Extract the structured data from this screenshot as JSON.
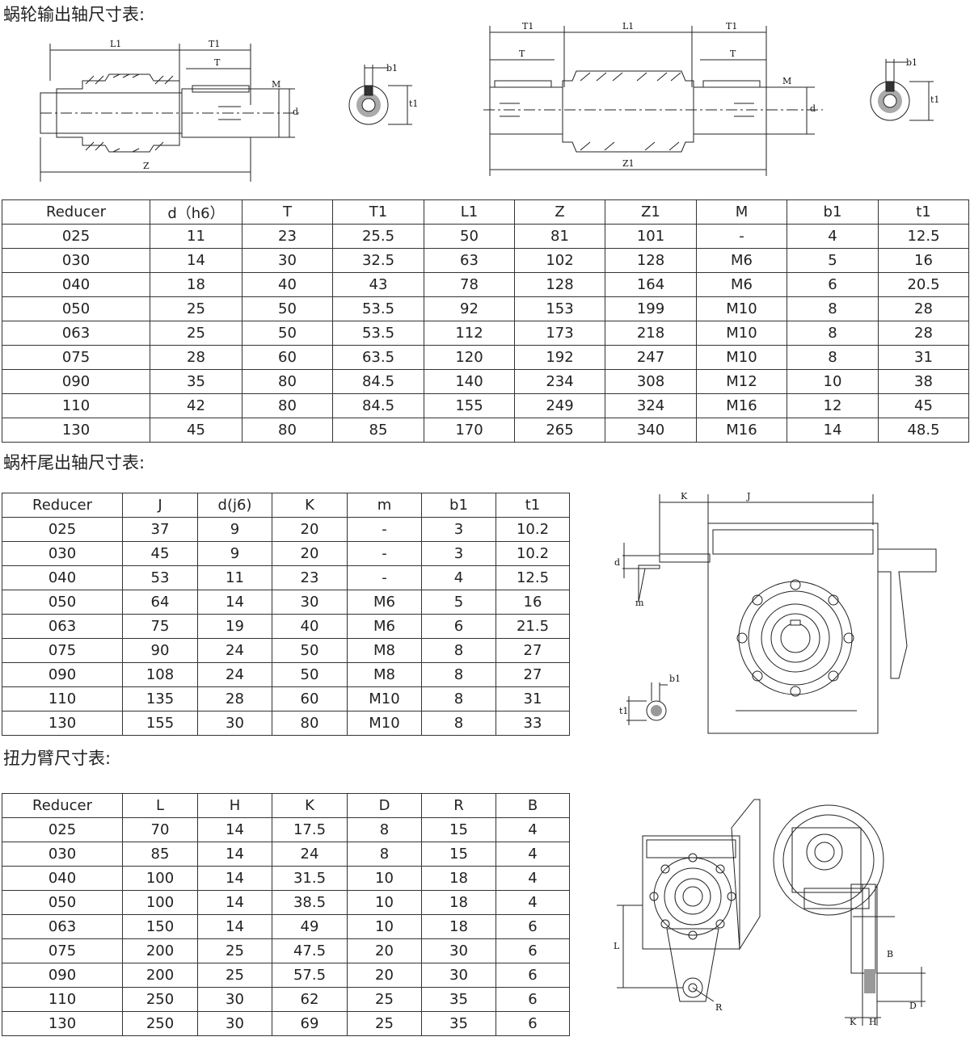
{
  "sections": [
    {
      "title": "蜗轮输出轴尺寸表:",
      "headers": [
        "Reducer",
        "d（h6）",
        "T",
        "T1",
        "L1",
        "Z",
        "Z1",
        "M",
        "b1",
        "t1"
      ],
      "rows": [
        [
          "025",
          "11",
          "23",
          "25.5",
          "50",
          "81",
          "101",
          "-",
          "4",
          "12.5"
        ],
        [
          "030",
          "14",
          "30",
          "32.5",
          "63",
          "102",
          "128",
          "M6",
          "5",
          "16"
        ],
        [
          "040",
          "18",
          "40",
          "43",
          "78",
          "128",
          "164",
          "M6",
          "6",
          "20.5"
        ],
        [
          "050",
          "25",
          "50",
          "53.5",
          "92",
          "153",
          "199",
          "M10",
          "8",
          "28"
        ],
        [
          "063",
          "25",
          "50",
          "53.5",
          "112",
          "173",
          "218",
          "M10",
          "8",
          "28"
        ],
        [
          "075",
          "28",
          "60",
          "63.5",
          "120",
          "192",
          "247",
          "M10",
          "8",
          "31"
        ],
        [
          "090",
          "35",
          "80",
          "84.5",
          "140",
          "234",
          "308",
          "M12",
          "10",
          "38"
        ],
        [
          "110",
          "42",
          "80",
          "84.5",
          "155",
          "249",
          "324",
          "M16",
          "12",
          "45"
        ],
        [
          "130",
          "45",
          "80",
          "85",
          "170",
          "265",
          "340",
          "M16",
          "14",
          "48.5"
        ]
      ]
    },
    {
      "title": "蜗杆尾出轴尺寸表:",
      "headers": [
        "Reducer",
        "J",
        "d(j6)",
        "K",
        "m",
        "b1",
        "t1"
      ],
      "rows": [
        [
          "025",
          "37",
          "9",
          "20",
          "-",
          "3",
          "10.2"
        ],
        [
          "030",
          "45",
          "9",
          "20",
          "-",
          "3",
          "10.2"
        ],
        [
          "040",
          "53",
          "11",
          "23",
          "-",
          "4",
          "12.5"
        ],
        [
          "050",
          "64",
          "14",
          "30",
          "M6",
          "5",
          "16"
        ],
        [
          "063",
          "75",
          "19",
          "40",
          "M6",
          "6",
          "21.5"
        ],
        [
          "075",
          "90",
          "24",
          "50",
          "M8",
          "8",
          "27"
        ],
        [
          "090",
          "108",
          "24",
          "50",
          "M8",
          "8",
          "27"
        ],
        [
          "110",
          "135",
          "28",
          "60",
          "M10",
          "8",
          "31"
        ],
        [
          "130",
          "155",
          "30",
          "80",
          "M10",
          "8",
          "33"
        ]
      ]
    },
    {
      "title": "扭力臂尺寸表:",
      "headers": [
        "Reducer",
        "L",
        "H",
        "K",
        "D",
        "R",
        "B"
      ],
      "rows": [
        [
          "025",
          "70",
          "14",
          "17.5",
          "8",
          "15",
          "4"
        ],
        [
          "030",
          "85",
          "14",
          "24",
          "8",
          "15",
          "4"
        ],
        [
          "040",
          "100",
          "14",
          "31.5",
          "10",
          "18",
          "4"
        ],
        [
          "050",
          "100",
          "14",
          "38.5",
          "10",
          "18",
          "4"
        ],
        [
          "063",
          "150",
          "14",
          "49",
          "10",
          "18",
          "6"
        ],
        [
          "075",
          "200",
          "25",
          "47.5",
          "20",
          "30",
          "6"
        ],
        [
          "090",
          "200",
          "25",
          "57.5",
          "20",
          "30",
          "6"
        ],
        [
          "110",
          "250",
          "30",
          "62",
          "25",
          "35",
          "6"
        ],
        [
          "130",
          "250",
          "30",
          "69",
          "25",
          "35",
          "6"
        ]
      ]
    }
  ],
  "drawing_labels": {
    "shaft1": {
      "L1": "L1",
      "T1": "T1",
      "T": "T",
      "M": "M",
      "d": "d",
      "Z": "Z"
    },
    "section1": {
      "b1": "b1",
      "t1": "t1"
    },
    "shaft2": {
      "T1a": "T1",
      "L1": "L1",
      "T1b": "T1",
      "Ta": "T",
      "Tb": "T",
      "M": "M",
      "d": "d",
      "Z1": "Z1"
    },
    "section2": {
      "b1": "b1",
      "t1": "t1"
    },
    "worm": {
      "K": "K",
      "J": "J",
      "d": "d",
      "m": "m",
      "b1": "b1",
      "t1": "t1"
    },
    "arm": {
      "L": "L",
      "R": "R",
      "B": "B",
      "D": "D",
      "K": "K",
      "H": "H"
    }
  }
}
